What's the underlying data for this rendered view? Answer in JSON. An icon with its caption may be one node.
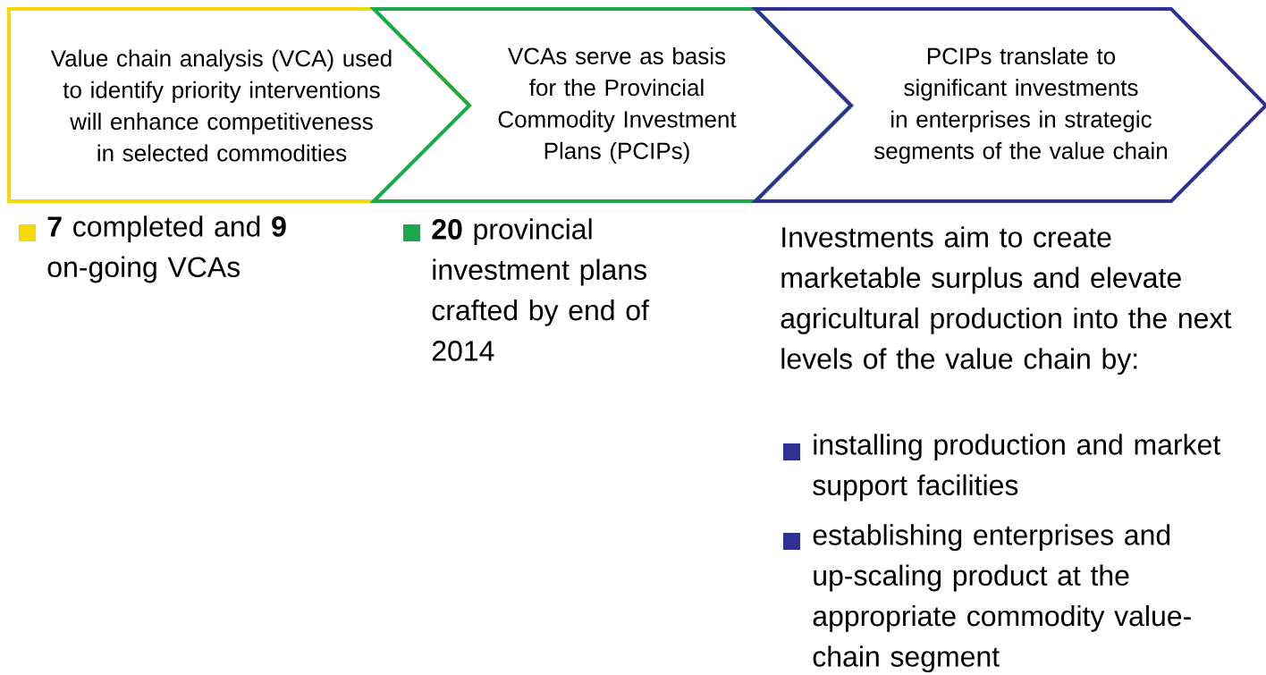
{
  "diagram": {
    "nodes": [
      {
        "text": [
          "Value chain analysis (VCA) used to identify priority interventions will enhance competitiveness in selected commodities"
        ]
      },
      {
        "text": [
          "VCAs serve as basis for the Provincial Commodity Investment Plans (PCIPs)"
        ]
      },
      {
        "text": [
          "PCIPs translate to significant investments in enterprises in strategic segments of the value chain"
        ]
      }
    ],
    "labels": [
      "**7** completed and **9** on-going VCAs",
      "**20** provincial investment plans crafted by end of 2014",
      "Investments aim to create marketable surplus and elevate agricultural production into the next levels of the value chain by:",
      "installing production and market support facilities",
      "establishing enterprises and up-scaling product at the appropriate commodity value-chain segment"
    ]
  }
}
